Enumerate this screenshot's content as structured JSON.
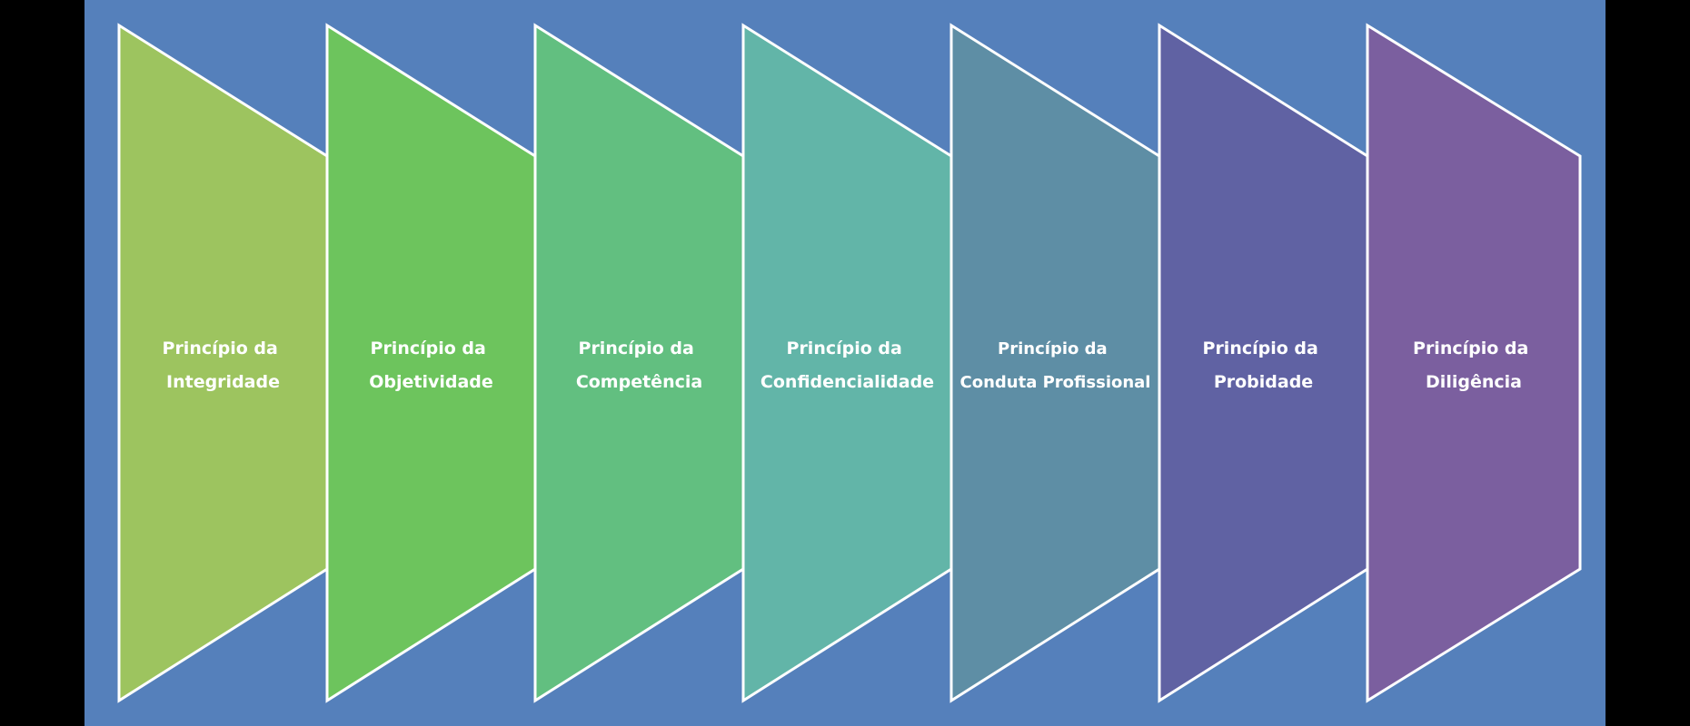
{
  "diagram": {
    "background": "#5580bb",
    "border_color": "#ffffff",
    "steps": [
      {
        "line1": "Princípio da",
        "line2": "Integridade",
        "color": "#9dc45f"
      },
      {
        "line1": "Princípio da",
        "line2": "Objetividade",
        "color": "#6dc45d"
      },
      {
        "line1": "Princípio da",
        "line2": "Competência",
        "color": "#62bf80"
      },
      {
        "line1": "Princípio da",
        "line2": "Confidencialidade",
        "color": "#62b5a8"
      },
      {
        "line1": "Princípio da",
        "line2": "Conduta Profissional",
        "color": "#5e8ea5"
      },
      {
        "line1": "Princípio da",
        "line2": "Probidade",
        "color": "#6062a3"
      },
      {
        "line1": "Princípio da",
        "line2": "Diligência",
        "color": "#7b5f9f"
      }
    ]
  }
}
